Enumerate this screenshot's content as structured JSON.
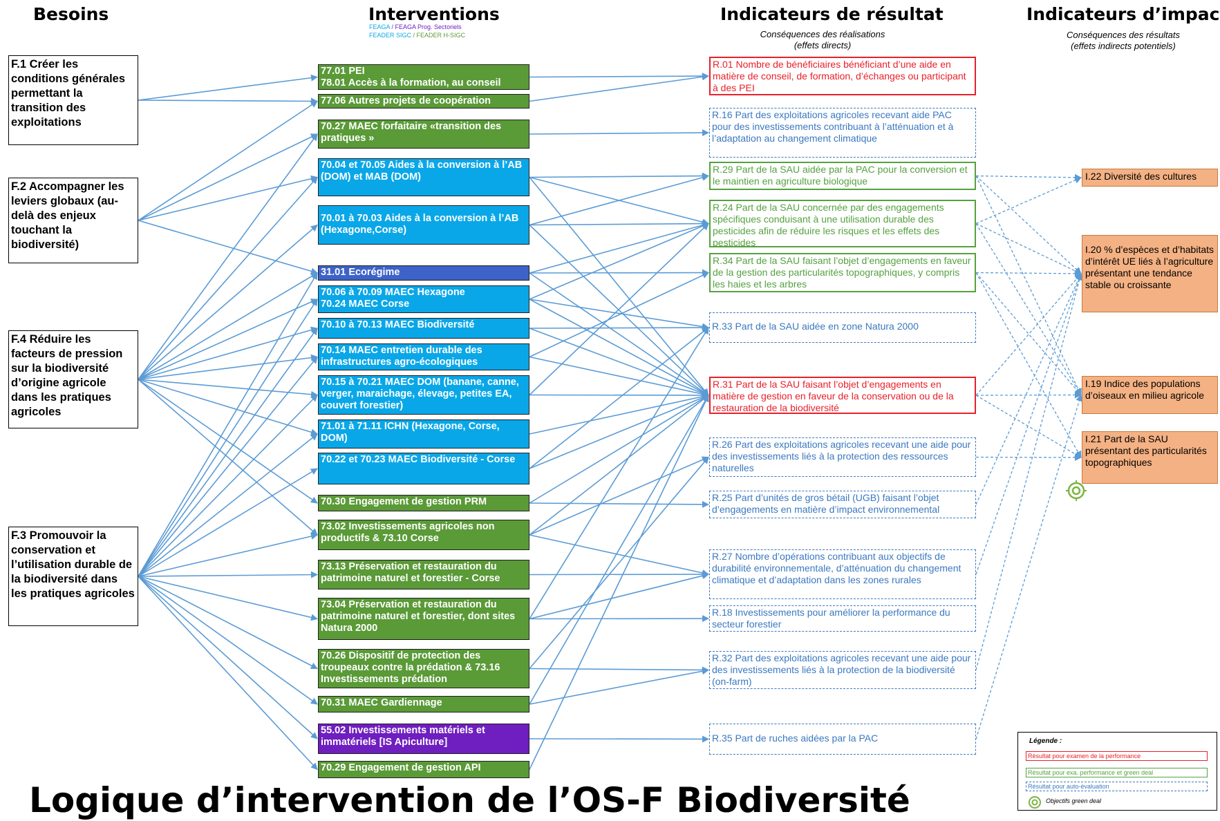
{
  "headers": {
    "besoins": "Besoins",
    "interventions": "Interventions",
    "resultat": "Indicateurs de résultat",
    "resultat_sub": "Conséquences des réalisations\n(effets directs)",
    "impact": "Indicateurs d’impact",
    "impact_sub": "Conséquences des résultats\n(effets indirects potentiels)"
  },
  "fund_legend": {
    "feaga": "FEAGA",
    "sep1": " / ",
    "feaga_prog": "FEAGA Prog. Sectoriels",
    "feader_sigc": "FEADER SIGC",
    "sep2": " / ",
    "feader_hsigc": "FEADER H-SIGC",
    "colors": {
      "feaga": "#0aa7e8",
      "feaga_prog": "#6f1ec0",
      "feader_sigc": "#0aa7e8",
      "feader_hsigc": "#5a9a37"
    }
  },
  "needs": [
    {
      "id": "F1",
      "label": "F.1 Créer les conditions générales permettant la transition des exploitations"
    },
    {
      "id": "F2",
      "label": "F.2 Accompagner les leviers globaux (au-delà des enjeux touchant la biodiversité)"
    },
    {
      "id": "F4",
      "label": "F.4 Réduire les facteurs de pression sur la biodiversité d’origine agricole dans les pratiques agricoles"
    },
    {
      "id": "F3",
      "label": "F.3 Promouvoir la conservation et l’utilisation durable de la biodiversité dans les pratiques agricoles"
    }
  ],
  "interventions": [
    {
      "id": "I1",
      "color": "green",
      "label": "77.01 PEI\n78.01 Accès à la formation, au conseil"
    },
    {
      "id": "I2",
      "color": "green",
      "label": "77.06 Autres projets de coopération"
    },
    {
      "id": "I3",
      "color": "green",
      "label": "70.27 MAEC forfaitaire «transition des pratiques »"
    },
    {
      "id": "I4",
      "color": "blue",
      "label": "70.04 et 70.05 Aides à la conversion à l’AB (DOM) et MAB (DOM)"
    },
    {
      "id": "I5",
      "color": "blue",
      "label": "70.01 à 70.03 Aides à la conversion à l’AB (Hexagone,Corse)"
    },
    {
      "id": "I6",
      "color": "darkblue",
      "label": "31.01 Ecorégime"
    },
    {
      "id": "I7",
      "color": "blue",
      "label": "70.06 à 70.09 MAEC Hexagone\n70.24 MAEC Corse"
    },
    {
      "id": "I8",
      "color": "blue",
      "label": "70.10 à 70.13 MAEC Biodiversité"
    },
    {
      "id": "I9",
      "color": "blue",
      "label": "70.14 MAEC entretien durable des infrastructures agro-écologiques"
    },
    {
      "id": "I10",
      "color": "blue",
      "label": "70.15 à 70.21 MAEC DOM (banane, canne, verger, maraichage, élevage, petites EA, couvert forestier)"
    },
    {
      "id": "I11",
      "color": "blue",
      "label": "71.01 à 71.11 ICHN (Hexagone, Corse, DOM)"
    },
    {
      "id": "I12",
      "color": "blue",
      "label": "70.22 et 70.23 MAEC Biodiversité - Corse"
    },
    {
      "id": "I13",
      "color": "green",
      "label": "70.30 Engagement de gestion PRM"
    },
    {
      "id": "I14",
      "color": "green",
      "label": "73.02 Investissements agricoles non productifs & 73.10 Corse"
    },
    {
      "id": "I15",
      "color": "green",
      "label": "73.13 Préservation et restauration du patrimoine naturel et forestier - Corse"
    },
    {
      "id": "I16",
      "color": "green",
      "label": "73.04 Préservation et restauration du patrimoine naturel et forestier, dont sites Natura 2000"
    },
    {
      "id": "I17",
      "color": "green",
      "label": "70.26 Dispositif de protection des troupeaux contre la prédation & 73.16 Investissements prédation"
    },
    {
      "id": "I18",
      "color": "green",
      "label": "70.31 MAEC Gardiennage"
    },
    {
      "id": "I19",
      "color": "purple",
      "label": "55.02 Investissements matériels et immatériels [IS Apiculture]"
    },
    {
      "id": "I20",
      "color": "green",
      "label": "70.29 Engagement de gestion API"
    }
  ],
  "results": [
    {
      "id": "R01",
      "style": "red",
      "label": "R.01 Nombre de bénéficiaires bénéficiant d’une aide en matière de conseil, de formation, d’échanges ou participant à des PEI"
    },
    {
      "id": "R16",
      "style": "blue",
      "label": "R.16 Part des exploitations agricoles recevant aide PAC pour des investissements contribuant à l’atténuation et à l’adaptation au changement climatique"
    },
    {
      "id": "R29",
      "style": "green",
      "label": "R.29 Part de la SAU aidée par la PAC pour la conversion et le maintien en agriculture biologique"
    },
    {
      "id": "R24",
      "style": "green",
      "label": "R.24 Part de la SAU concernée par des engagements spécifiques conduisant à une utilisation durable des pesticides afin de réduire les risques et les effets des pesticides"
    },
    {
      "id": "R34",
      "style": "green",
      "label": "R.34 Part de la SAU faisant l’objet d’engagements en faveur de la gestion des particularités topographiques, y compris les haies et les arbres"
    },
    {
      "id": "R33",
      "style": "blue",
      "label": "R.33 Part de la SAU aidée en zone Natura 2000"
    },
    {
      "id": "R31",
      "style": "red",
      "label": "R.31 Part de la SAU faisant l’objet d’engagements en matière de gestion en faveur de la conservation ou de la restauration de la biodiversité"
    },
    {
      "id": "R26",
      "style": "blue",
      "label": "R.26 Part des exploitations agricoles recevant une aide pour des investissements liés à la protection des ressources naturelles"
    },
    {
      "id": "R25",
      "style": "blue",
      "label": "R.25 Part d’unités de gros bétail (UGB) faisant l’objet d’engagements en matière d’impact environnemental"
    },
    {
      "id": "R27",
      "style": "blue",
      "label": "R.27 Nombre d’opérations contribuant aux objectifs de durabilité environnementale, d’atténuation du changement climatique et d’adaptation dans les zones rurales"
    },
    {
      "id": "R18",
      "style": "blue",
      "label": "R.18 Investissements pour améliorer la performance du secteur forestier"
    },
    {
      "id": "R32",
      "style": "blue",
      "label": "R.32 Part des exploitations agricoles recevant une aide pour des investissements liés à la protection de la biodiversité (on-farm)"
    },
    {
      "id": "R35",
      "style": "blue",
      "label": "R.35 Part de ruches aidées par la PAC"
    }
  ],
  "impacts": [
    {
      "id": "I22",
      "label": "I.22 Diversité des cultures"
    },
    {
      "id": "I20i",
      "label": "I.20 % d’espèces et d’habitats d’intérêt UE liés à l’agriculture présentant une tendance stable ou croissante"
    },
    {
      "id": "I19i",
      "label": "I.19 Indice des populations d’oiseaux en milieu agricole"
    },
    {
      "id": "I21",
      "label": "I.21 Part de la SAU présentant des particularités topographiques"
    }
  ],
  "legend": {
    "title": "Légende :",
    "red": "Résultat pour examen de la performance",
    "green": "Résultat pour exa. performance et green deal",
    "blue": "Résultat pour auto-évaluation",
    "green_deal": "Objectifs green deal"
  },
  "page_title": "Logique d’intervention de l’OS-F  Biodiversité",
  "colors": {
    "line": "#5b9bd5",
    "intervention_green": "#5a9a37",
    "intervention_blue": "#0aa7e8",
    "intervention_darkblue": "#3d62c8",
    "intervention_purple": "#6f1ec0",
    "impact_fill": "#f4b183",
    "result_red": "#e8202a",
    "result_green": "#55a140",
    "result_blue": "#3a78c0"
  },
  "links": {
    "need_to_intervention": [
      [
        "F1",
        "I1"
      ],
      [
        "F1",
        "I2"
      ],
      [
        "F2",
        "I2"
      ],
      [
        "F2",
        "I3"
      ],
      [
        "F2",
        "I4"
      ],
      [
        "F2",
        "I6"
      ],
      [
        "F4",
        "I3"
      ],
      [
        "F4",
        "I4"
      ],
      [
        "F4",
        "I5"
      ],
      [
        "F4",
        "I6"
      ],
      [
        "F4",
        "I7"
      ],
      [
        "F4",
        "I8"
      ],
      [
        "F4",
        "I9"
      ],
      [
        "F4",
        "I10"
      ],
      [
        "F4",
        "I11"
      ],
      [
        "F4",
        "I13"
      ],
      [
        "F4",
        "I14"
      ],
      [
        "F3",
        "I6"
      ],
      [
        "F3",
        "I7"
      ],
      [
        "F3",
        "I8"
      ],
      [
        "F3",
        "I9"
      ],
      [
        "F3",
        "I10"
      ],
      [
        "F3",
        "I11"
      ],
      [
        "F3",
        "I12"
      ],
      [
        "F3",
        "I14"
      ],
      [
        "F3",
        "I15"
      ],
      [
        "F3",
        "I16"
      ],
      [
        "F3",
        "I17"
      ],
      [
        "F3",
        "I18"
      ],
      [
        "F3",
        "I19"
      ],
      [
        "F3",
        "I20"
      ]
    ],
    "intervention_to_result": [
      [
        "I1",
        "R01"
      ],
      [
        "I2",
        "R01"
      ],
      [
        "I3",
        "R16"
      ],
      [
        "I4",
        "R29"
      ],
      [
        "I4",
        "R24"
      ],
      [
        "I4",
        "R31"
      ],
      [
        "I5",
        "R29"
      ],
      [
        "I5",
        "R24"
      ],
      [
        "I5",
        "R31"
      ],
      [
        "I6",
        "R24"
      ],
      [
        "I6",
        "R34"
      ],
      [
        "I6",
        "R31"
      ],
      [
        "I7",
        "R24"
      ],
      [
        "I7",
        "R33"
      ],
      [
        "I7",
        "R31"
      ],
      [
        "I8",
        "R33"
      ],
      [
        "I8",
        "R31"
      ],
      [
        "I9",
        "R34"
      ],
      [
        "I9",
        "R31"
      ],
      [
        "I10",
        "R24"
      ],
      [
        "I10",
        "R31"
      ],
      [
        "I11",
        "R31"
      ],
      [
        "I12",
        "R33"
      ],
      [
        "I12",
        "R31"
      ],
      [
        "I13",
        "R25"
      ],
      [
        "I13",
        "R31"
      ],
      [
        "I14",
        "R26"
      ],
      [
        "I14",
        "R27"
      ],
      [
        "I14",
        "R31"
      ],
      [
        "I15",
        "R27"
      ],
      [
        "I16",
        "R27"
      ],
      [
        "I16",
        "R33"
      ],
      [
        "I16",
        "R18"
      ],
      [
        "I17",
        "R32"
      ],
      [
        "I17",
        "R26"
      ],
      [
        "I18",
        "R32"
      ],
      [
        "I18",
        "R31"
      ],
      [
        "I19",
        "R35"
      ],
      [
        "I20",
        "R31"
      ]
    ],
    "result_to_impact": [
      [
        "R29",
        "I22"
      ],
      [
        "R29",
        "I20i"
      ],
      [
        "R29",
        "I19i"
      ],
      [
        "R24",
        "I22"
      ],
      [
        "R24",
        "I20i"
      ],
      [
        "R24",
        "I19i"
      ],
      [
        "R34",
        "I20i"
      ],
      [
        "R34",
        "I19i"
      ],
      [
        "R34",
        "I21"
      ],
      [
        "R31",
        "I20i"
      ],
      [
        "R31",
        "I19i"
      ],
      [
        "R31",
        "I21"
      ],
      [
        "R26",
        "I21"
      ],
      [
        "R25",
        "I20i"
      ],
      [
        "R27",
        "I20i"
      ],
      [
        "R32",
        "I20i"
      ],
      [
        "R35",
        "I19i"
      ]
    ]
  }
}
